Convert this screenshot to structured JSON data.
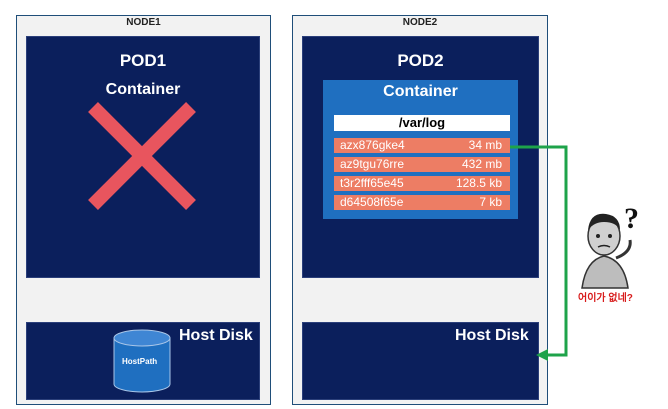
{
  "node1": {
    "label": "NODE1",
    "pod": {
      "title": "POD1",
      "container_label": "Container",
      "status": "deleted"
    },
    "host_disk": {
      "label": "Host Disk",
      "volume_label": "HostPath"
    }
  },
  "node2": {
    "label": "NODE2",
    "pod": {
      "title": "POD2",
      "container": {
        "label": "Container",
        "mount_path": "/var/log",
        "files": [
          {
            "name": "azx876gke4",
            "size": "34 mb"
          },
          {
            "name": "az9tgu76rre",
            "size": "432 mb"
          },
          {
            "name": "t3r2fff65e45",
            "size": "128.5 kb"
          },
          {
            "name": "d64508f65e",
            "size": "7 kb"
          }
        ]
      }
    },
    "host_disk": {
      "label": "Host Disk"
    }
  },
  "question_caption": "어이가 없네?",
  "colors": {
    "node_bg": "#f2f2f2",
    "pod_bg": "#0b1f5c",
    "container_bg": "#1f6fc0",
    "file_row_bg": "#ed7d64",
    "cross": "#e8555e",
    "arrow": "#1ea34a",
    "caption": "#d81c1c"
  }
}
